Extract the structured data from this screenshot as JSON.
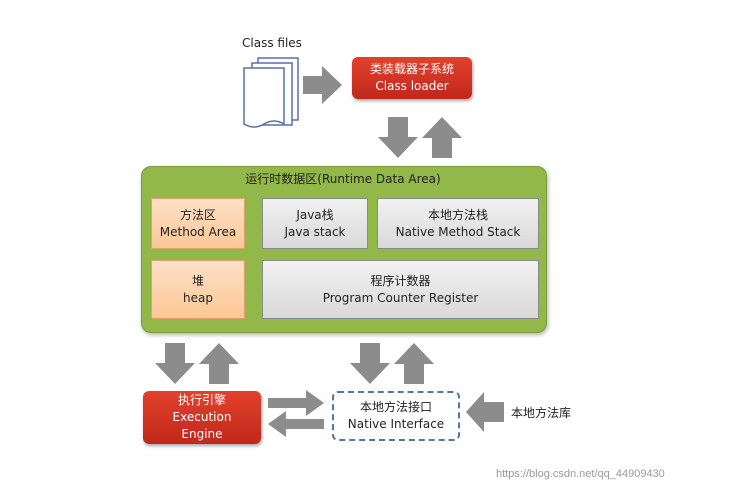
{
  "class_files": {
    "label": "Class files"
  },
  "class_loader": {
    "line1": "类装载器子系统",
    "line2": "Class loader"
  },
  "runtime_area": {
    "title": "运行时数据区(Runtime Data Area)",
    "method_area": {
      "line1": "方法区",
      "line2": "Method Area"
    },
    "java_stack": {
      "line1": "Java栈",
      "line2": "Java stack"
    },
    "native_method_stack": {
      "line1": "本地方法栈",
      "line2": "Native Method Stack"
    },
    "heap": {
      "line1": "堆",
      "line2": "heap"
    },
    "program_counter": {
      "line1": "程序计数器",
      "line2": "Program Counter Register"
    }
  },
  "execution_engine": {
    "line1": "执行引擎",
    "line2": "Execution",
    "line3": "Engine"
  },
  "native_interface": {
    "line1": "本地方法接口",
    "line2": "Native Interface"
  },
  "native_library": {
    "label": "本地方法库"
  },
  "watermark": "https://blog.csdn.net/qq_44909430",
  "colors": {
    "red_box": "#d1321f",
    "runtime_green": "#93b84a",
    "arrow_gray": "#8c8c8c",
    "orange_box": "#fbc796",
    "dashed_border": "#4f78a8"
  }
}
